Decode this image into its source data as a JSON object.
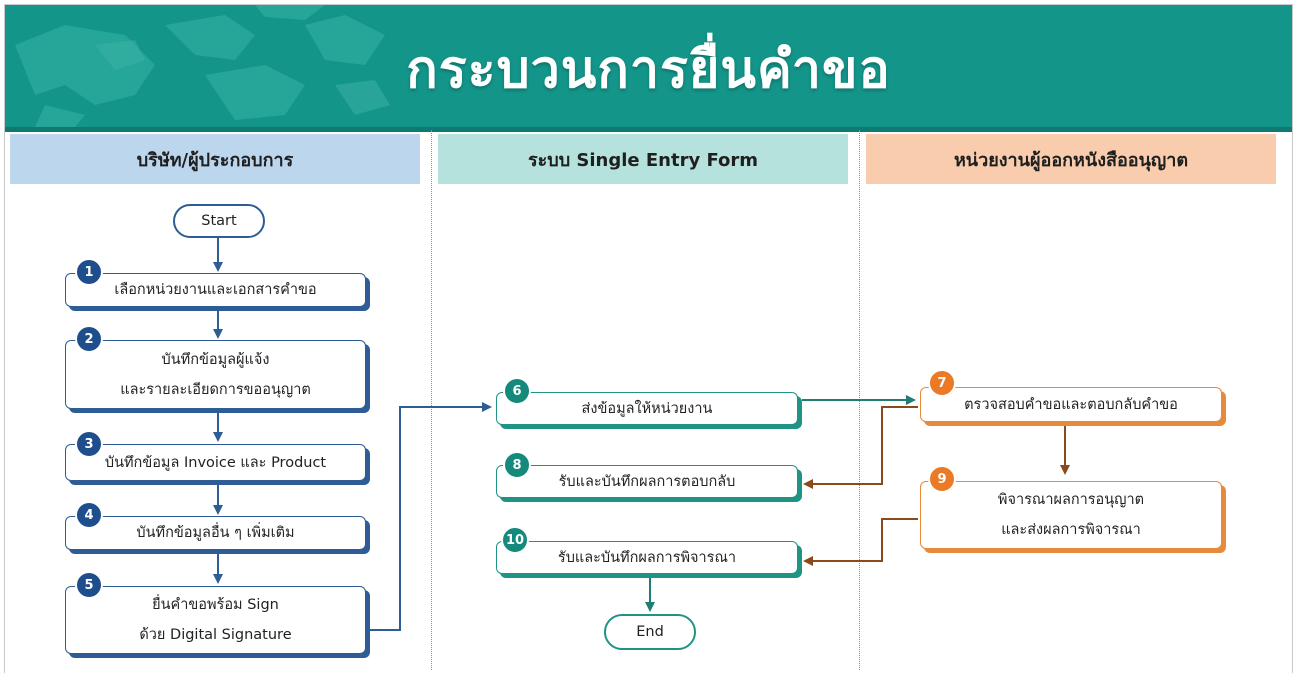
{
  "title": "กระบวนการยื่นคำขอ",
  "lanes": [
    {
      "label": "บริษัท/ผู้ประกอบการ"
    },
    {
      "label": "ระบบ Single Entry Form"
    },
    {
      "label": "หน่วยงานผู้ออกหนังสืออนุญาต"
    }
  ],
  "start_label": "Start",
  "end_label": "End",
  "steps": [
    {
      "num": "1",
      "lines": [
        "เลือกหน่วยงานและเอกสารคำขอ"
      ]
    },
    {
      "num": "2",
      "lines": [
        "บันทึกข้อมูลผู้แจ้ง",
        "และรายละเอียดการขออนุญาต"
      ]
    },
    {
      "num": "3",
      "lines": [
        "บันทึกข้อมูล Invoice และ Product"
      ]
    },
    {
      "num": "4",
      "lines": [
        "บันทึกข้อมูลอื่น ๆ เพิ่มเติม"
      ]
    },
    {
      "num": "5",
      "lines": [
        "ยื่นคำขอพร้อม Sign",
        "ด้วย Digital Signature"
      ]
    },
    {
      "num": "6",
      "lines": [
        "ส่งข้อมูลให้หน่วยงาน"
      ]
    },
    {
      "num": "7",
      "lines": [
        "ตรวจสอบคำขอและตอบกลับคำขอ"
      ]
    },
    {
      "num": "8",
      "lines": [
        "รับและบันทึกผลการตอบกลับ"
      ]
    },
    {
      "num": "9",
      "lines": [
        "พิจารณาผลการอนุญาต",
        "และส่งผลการพิจารณา"
      ]
    },
    {
      "num": "10",
      "lines": [
        "รับและบันทึกผลการพิจารณา"
      ]
    }
  ],
  "colors": {
    "header": "#14958a",
    "lane_company": "#bcd6ee",
    "lane_system": "#b6e2dd",
    "lane_agency": "#f8ccac",
    "company_accent": "#2e5c94",
    "system_accent": "#1f9384",
    "agency_accent": "#e68a3c",
    "return_arrow": "#8a4a1c"
  }
}
